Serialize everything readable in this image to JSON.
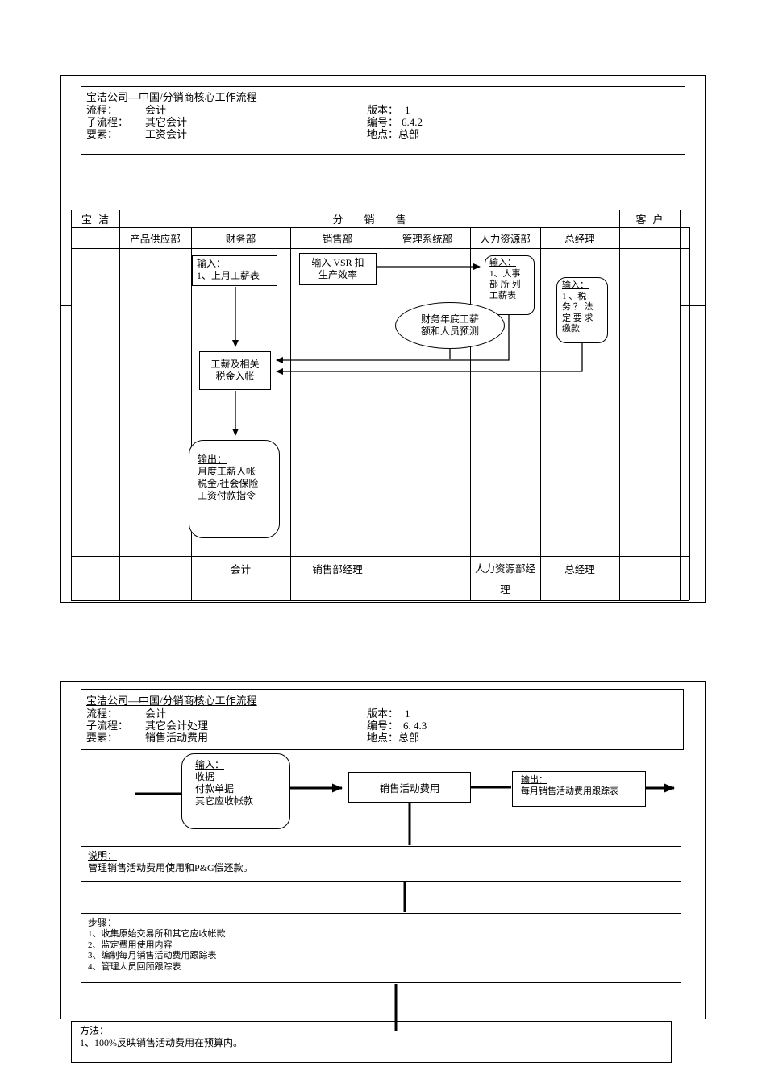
{
  "diagram1": {
    "header": {
      "title": "宝洁公司—中国/分销商核心工作流程",
      "process_label": "流程：",
      "process_value": "会计",
      "version_label": "版本：",
      "version_value": "1",
      "subprocess_label": "子流程：",
      "subprocess_value": "其它会计",
      "code_label": "编号：",
      "code_value": "6.4.2",
      "element_label": "要素：",
      "element_value": "工资会计",
      "location_label": "地点：",
      "location_value": "总部"
    },
    "band": {
      "left": "宝洁",
      "center": "分销售",
      "right": "客户"
    },
    "lanes": [
      "产品供应部",
      "财务部",
      "销售部",
      "管理系统部",
      "人力资源部",
      "总经理"
    ],
    "nodes": {
      "input_finance_title": "输入：",
      "input_finance_body": "1、上月工薪表",
      "vsr_input": "输入 VSR 扣\n生产效率",
      "input_hr_title": "输入：",
      "input_hr_body": "1、人事\n部 所 列\n工薪表",
      "input_gm_title": "输入：",
      "input_gm_body": "1 、税\n务 ？ 法\n定 要 求\n缴款",
      "forecast_ellipse": "财务年底工薪\n额和人员预测",
      "payroll_entry": "工薪及相关\n税金入帐",
      "output_title": "输出：",
      "output_body": "月度工薪人帐\n税金/社会保险\n工资付款指令"
    },
    "roles": {
      "finance": "会计",
      "sales": "销售部经理",
      "hr": "人力资源部经\n理",
      "gm": "总经理"
    }
  },
  "diagram2": {
    "header": {
      "title": "宝洁公司—中国/分销商核心工作流程",
      "process_label": "流程：",
      "process_value": "会计",
      "version_label": "版本：",
      "version_value": "1",
      "subprocess_label": "子流程：",
      "subprocess_value": "其它会计处理",
      "code_label": "编号：",
      "code_value": "6. 4.3",
      "element_label": "要素：",
      "element_value": "销售活动费用",
      "location_label": "地点：",
      "location_value": "总部"
    },
    "nodes": {
      "input_title": "输入：",
      "input_body": "收据\n付款单据\n其它应收帐款",
      "activity": "销售活动费用",
      "output_title": "输出：",
      "output_body": "每月销售活动费用跟踪表"
    },
    "sections": {
      "desc_title": "说明：",
      "desc_body": "管理销售活动费用使用和P&G偿还款。",
      "steps_title": "步骤：",
      "steps_body": "1、收集原始交易所和其它应收帐款\n2、监定费用使用内容\n3、编制每月销售活动费用跟踪表\n4、管理人员回顾跟踪表",
      "method_title": "方法：",
      "method_body": "1、100%反映销售活动费用在预算内。"
    }
  }
}
